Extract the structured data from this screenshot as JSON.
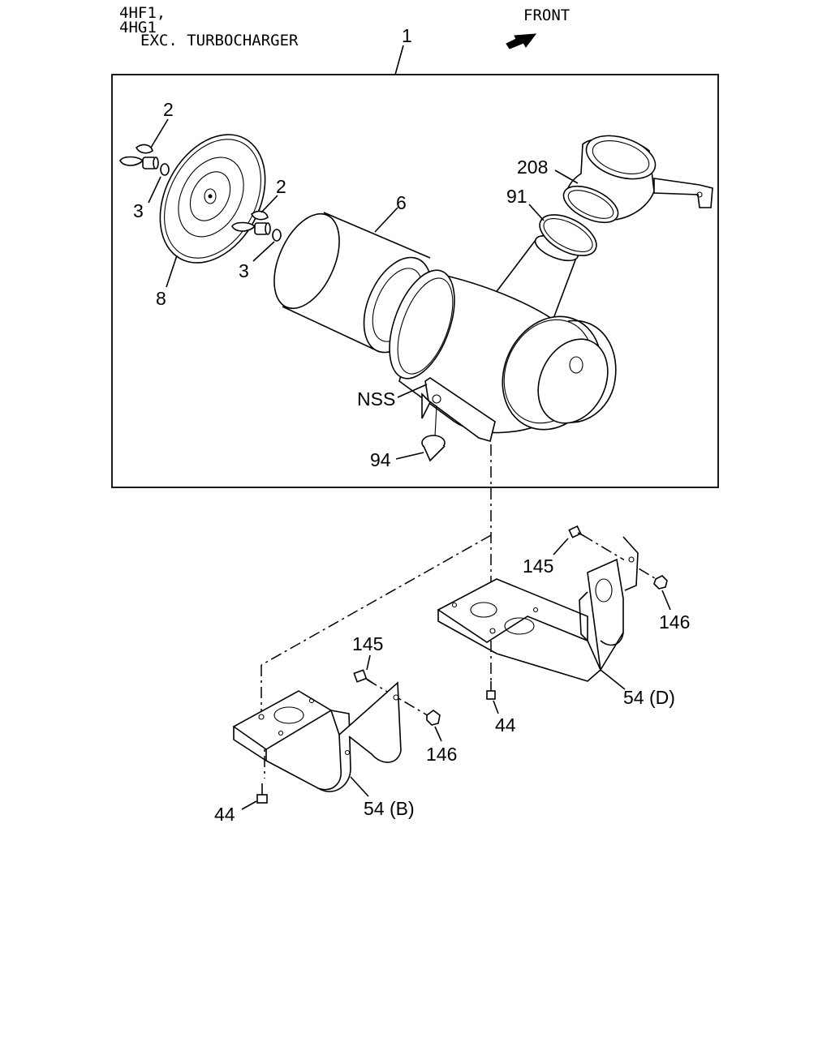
{
  "header": {
    "model_line_1": "4HF1,",
    "model_line_2": "4HG1",
    "variant": "EXC. TURBOCHARGER",
    "front_label": "FRONT"
  },
  "callouts": {
    "assembly": "1",
    "wing_bolt_upper": "2",
    "wing_bolt_lower": "2",
    "washer_upper": "3",
    "washer_lower": "3",
    "cover": "8",
    "element": "6",
    "inlet_hose": "208",
    "clamp": "91",
    "nss": "NSS",
    "drain_valve": "94",
    "bolt_145_right": "145",
    "nut_146_right": "146",
    "bracket_d": "54 (D)",
    "bolt_44_right": "44",
    "bolt_145_left": "145",
    "nut_146_left": "146",
    "bracket_b": "54 (B)",
    "bolt_44_left": "44"
  }
}
